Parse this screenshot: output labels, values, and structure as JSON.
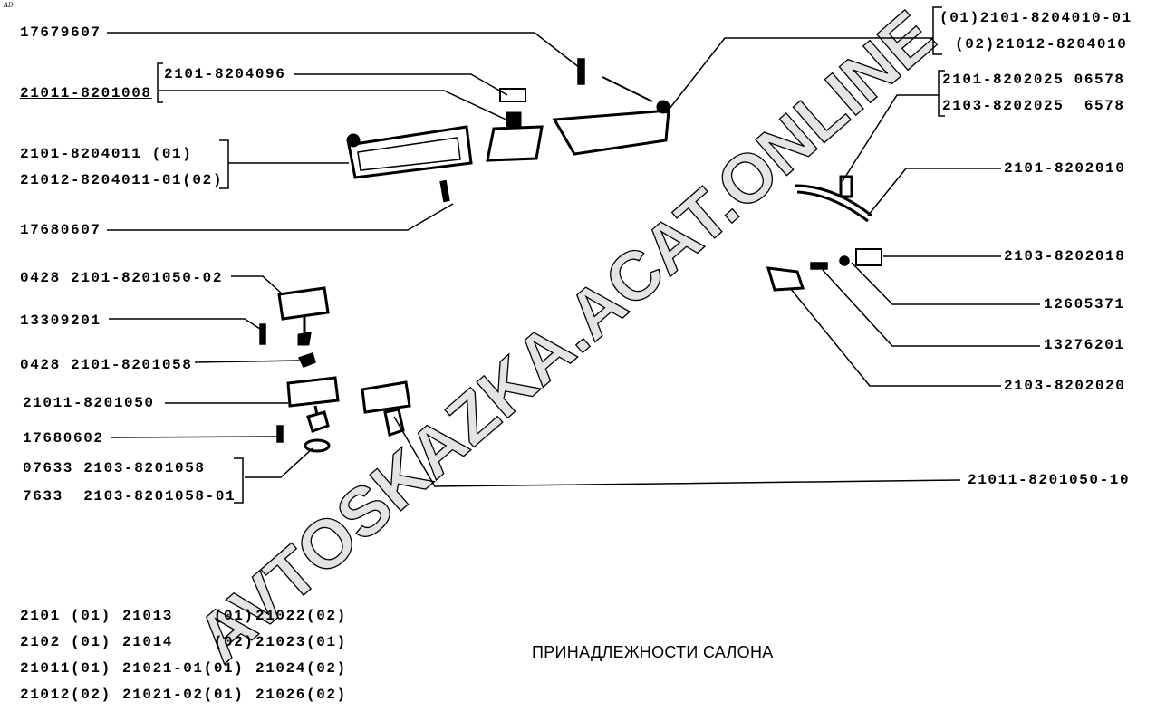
{
  "corner_mark": "AD",
  "title": "ПРИНАДЛЕЖНОСТИ САЛОНА",
  "watermark": "AVTOSKAZKA.ACAT.ONLINE",
  "left_labels": [
    "17679607",
    "2101-8204096",
    "21011-8201008",
    "2101-8204011 (01)",
    "21012-8204011-01(02)",
    "17680607",
    "0428 2101-8201050-02",
    "13309201",
    "0428 2101-8201058",
    "21011-8201050",
    "17680602",
    "07633 2103-8201058",
    "7633  2103-8201058-01"
  ],
  "right_labels": [
    "(01)2101-8204010-01",
    "(02)21012-8204010",
    "2101-8202025 06578",
    "2103-8202025  6578",
    "2101-8202010",
    "2103-8202018",
    "12605371",
    "13276201",
    "2103-8202020",
    "21011-8201050-10"
  ],
  "applicability": [
    [
      "2101 (01)",
      "21013    (01)",
      "21022(02)"
    ],
    [
      "2102 (01)",
      "21014    (02)",
      "21023(01)"
    ],
    [
      "21011(01)",
      "21021-01(01)",
      "21024(02)"
    ],
    [
      "21012(02)",
      "21021-02(01)",
      "21026(02)"
    ]
  ]
}
